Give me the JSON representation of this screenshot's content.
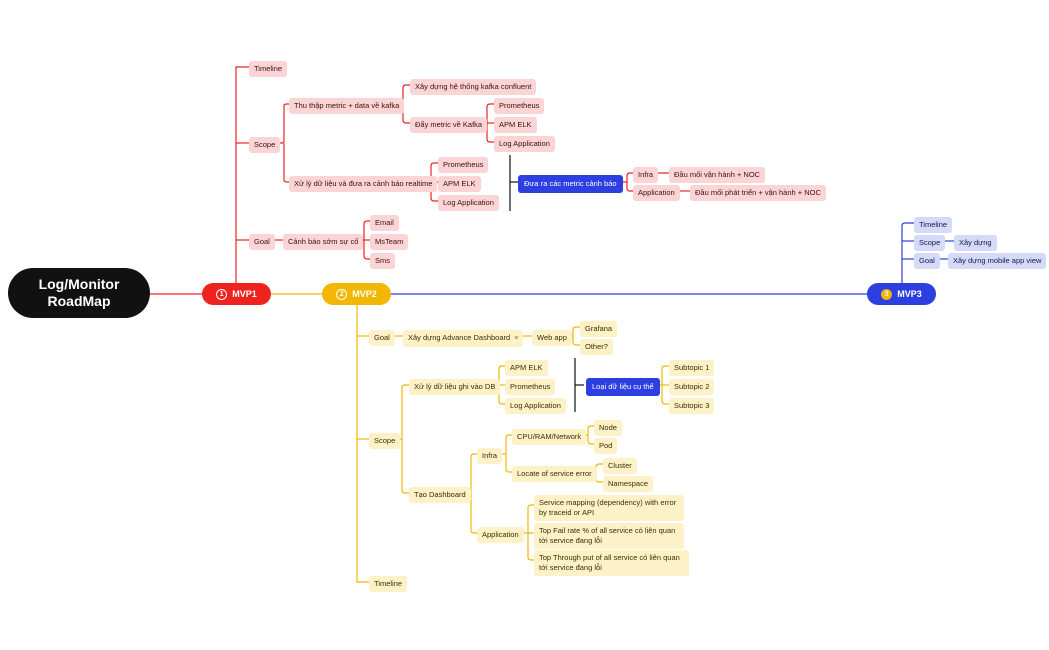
{
  "root": {
    "title_line1": "Log/Monitor",
    "title_line2": "RoadMap"
  },
  "mvp1": {
    "label": "MVP1",
    "num": "1",
    "timeline": "Timeline",
    "scope": "Scope",
    "collect": "Thu thập metric + data về kafka",
    "kafka_system": "Xây dựng hệ thống kafka confluent",
    "push_metric": "Đẩy metric về Kafka",
    "push_items": [
      "Prometheus",
      "APM ELK",
      "Log Application"
    ],
    "process": "Xử lý dữ liệu và đưa ra cảnh báo realtime",
    "process_items": [
      "Prometheus",
      "APM ELK",
      "Log Application"
    ],
    "alert_metric": "Đưa ra các metric cảnh báo",
    "infra": "Infra",
    "infra_owner": "Đầu mối vận hành + NOC",
    "application": "Application",
    "app_owner": "Đầu mối phát triển + vận hành + NOC",
    "goal": "Goal",
    "early_alert": "Cảnh báo sớm sự cố",
    "channels": [
      "Email",
      "MsTeam",
      "Sms"
    ]
  },
  "mvp2": {
    "label": "MVP2",
    "num": "2",
    "goal": "Goal",
    "advance_dashboard": "Xây dựng Advance Dashboard",
    "note_icon": "≡",
    "web_app": "Web app",
    "web_items": [
      "Grafana",
      "Other?"
    ],
    "scope": "Scope",
    "store_db": "Xử lý dữ liệu ghi vào DB",
    "store_items": [
      "APM ELK",
      "Prometheus",
      "Log Application"
    ],
    "data_type": "Loại dữ liệu cụ thể",
    "subtopics": [
      "Subtopic 1",
      "Subtopic 2",
      "Subtopic 3"
    ],
    "create_dashboard": "Tạo Dashboard",
    "infra": "Infra",
    "cpu": "CPU/RAM/Network",
    "cpu_items": [
      "Node",
      "Pod"
    ],
    "locate_error": "Locate of service error",
    "locate_items": [
      "Cluster",
      "Namespace"
    ],
    "application": "Application",
    "app_items": [
      "Service mapping (dependency) with error by traceid or API",
      "Top Fail rate % of all service có liên quan tới service đang lỗi",
      "Top Through put of all service có liên quan tới service đang lỗi"
    ],
    "timeline": "Timeline"
  },
  "mvp3": {
    "label": "MVP3",
    "num": "3",
    "timeline": "Timeline",
    "scope": "Scope",
    "scope_item": "Xây dựng",
    "goal": "Goal",
    "goal_item": "Xây dựng mobile app view"
  },
  "colors": {
    "red": "#ee2320",
    "yellow": "#f2b705",
    "blue": "#2d3fe0"
  }
}
